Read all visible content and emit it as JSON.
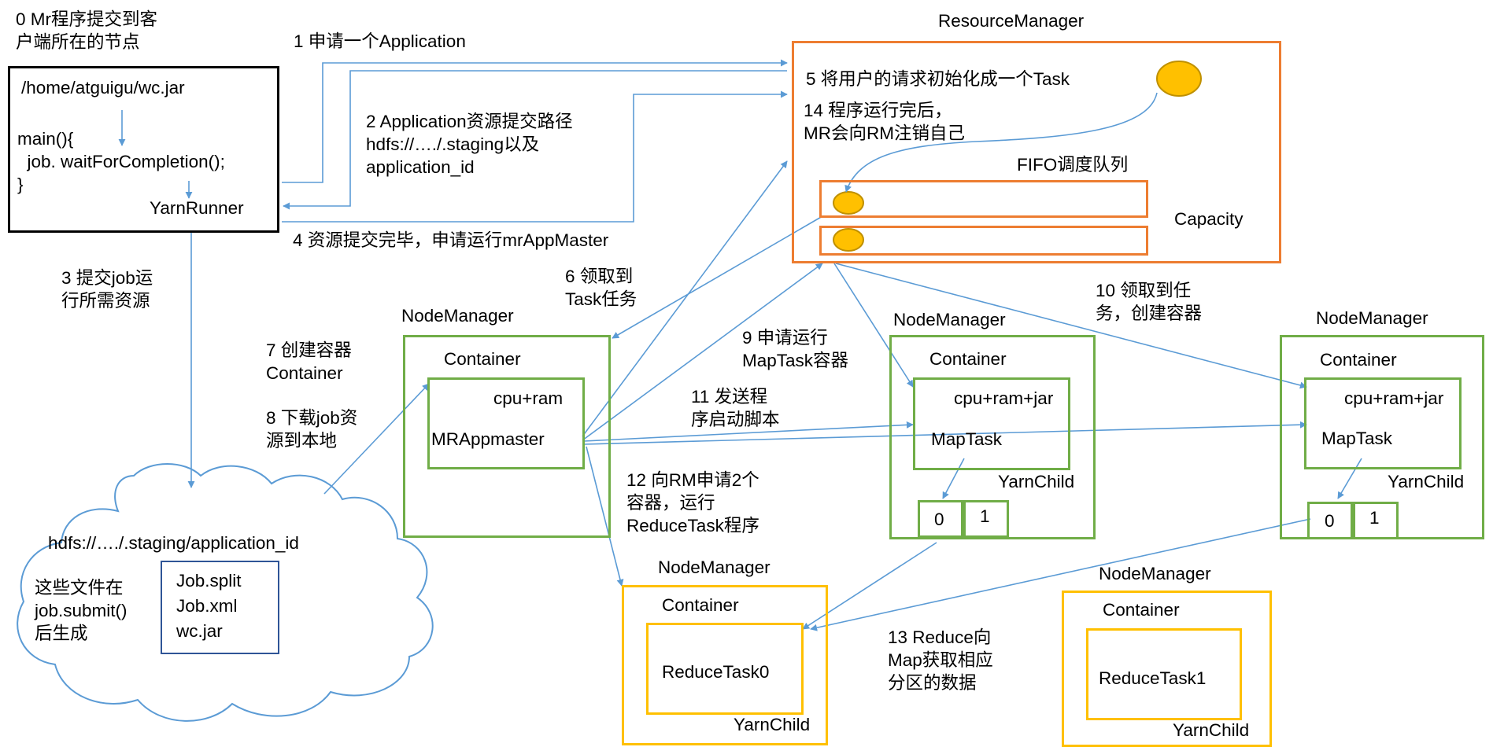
{
  "client": {
    "note": "0 Mr程序提交到客\n户端所在的节点",
    "path": "/home/atguigu/wc.jar",
    "code": "main(){\n  job. waitForCompletion();\n}",
    "runner": "YarnRunner"
  },
  "steps": {
    "s1": "1 申请一个Application",
    "s2": "2 Application资源提交路径\nhdfs://…./.staging以及\napplication_id",
    "s3": "3 提交job运\n行所需资源",
    "s4": "4 资源提交完毕，申请运行mrAppMaster",
    "s5": "5 将用户的请求初始化成一个Task",
    "s6": "6 领取到\nTask任务",
    "s7": "7 创建容器\nContainer",
    "s8": "8 下载job资\n源到本地",
    "s9": "9 申请运行\nMapTask容器",
    "s10": "10 领取到任\n务，创建容器",
    "s11": "11 发送程\n序启动脚本",
    "s12": "12 向RM申请2个\n容器，运行\nReduceTask程序",
    "s13": "13 Reduce向\nMap获取相应\n分区的数据",
    "s14": "14 程序运行完后，\nMR会向RM注销自己"
  },
  "rm": {
    "title": "ResourceManager",
    "fifo": "FIFO调度队列",
    "capacity": "Capacity"
  },
  "hdfs": {
    "path": "hdfs://…./.staging/application_id",
    "note": "这些文件在\njob.submit()\n后生成",
    "files": "Job.split\nJob.xml\nwc.jar"
  },
  "nm_mr": {
    "title": "NodeManager",
    "container": "Container",
    "res": "cpu+ram",
    "app": "MRAppmaster"
  },
  "nm_map1": {
    "title": "NodeManager",
    "container": "Container",
    "res": "cpu+ram+jar",
    "task": "MapTask",
    "child": "YarnChild",
    "p0": "0",
    "p1": "1"
  },
  "nm_map2": {
    "title": "NodeManager",
    "container": "Container",
    "res": "cpu+ram+jar",
    "task": "MapTask",
    "child": "YarnChild",
    "p0": "0",
    "p1": "1"
  },
  "nm_red0": {
    "title": "NodeManager",
    "container": "Container",
    "task": "ReduceTask0",
    "child": "YarnChild"
  },
  "nm_red1": {
    "title": "NodeManager",
    "container": "Container",
    "task": "ReduceTask1",
    "child": "YarnChild"
  },
  "colors": {
    "arrow": "#5b9bd5",
    "rm_border": "#ed7d31",
    "nm_green": "#70ad47",
    "nm_gold": "#ffc000",
    "client_border": "#000000",
    "files_border": "#2f5597",
    "token_fill": "#ffc000",
    "token_stroke": "#bf9000"
  }
}
